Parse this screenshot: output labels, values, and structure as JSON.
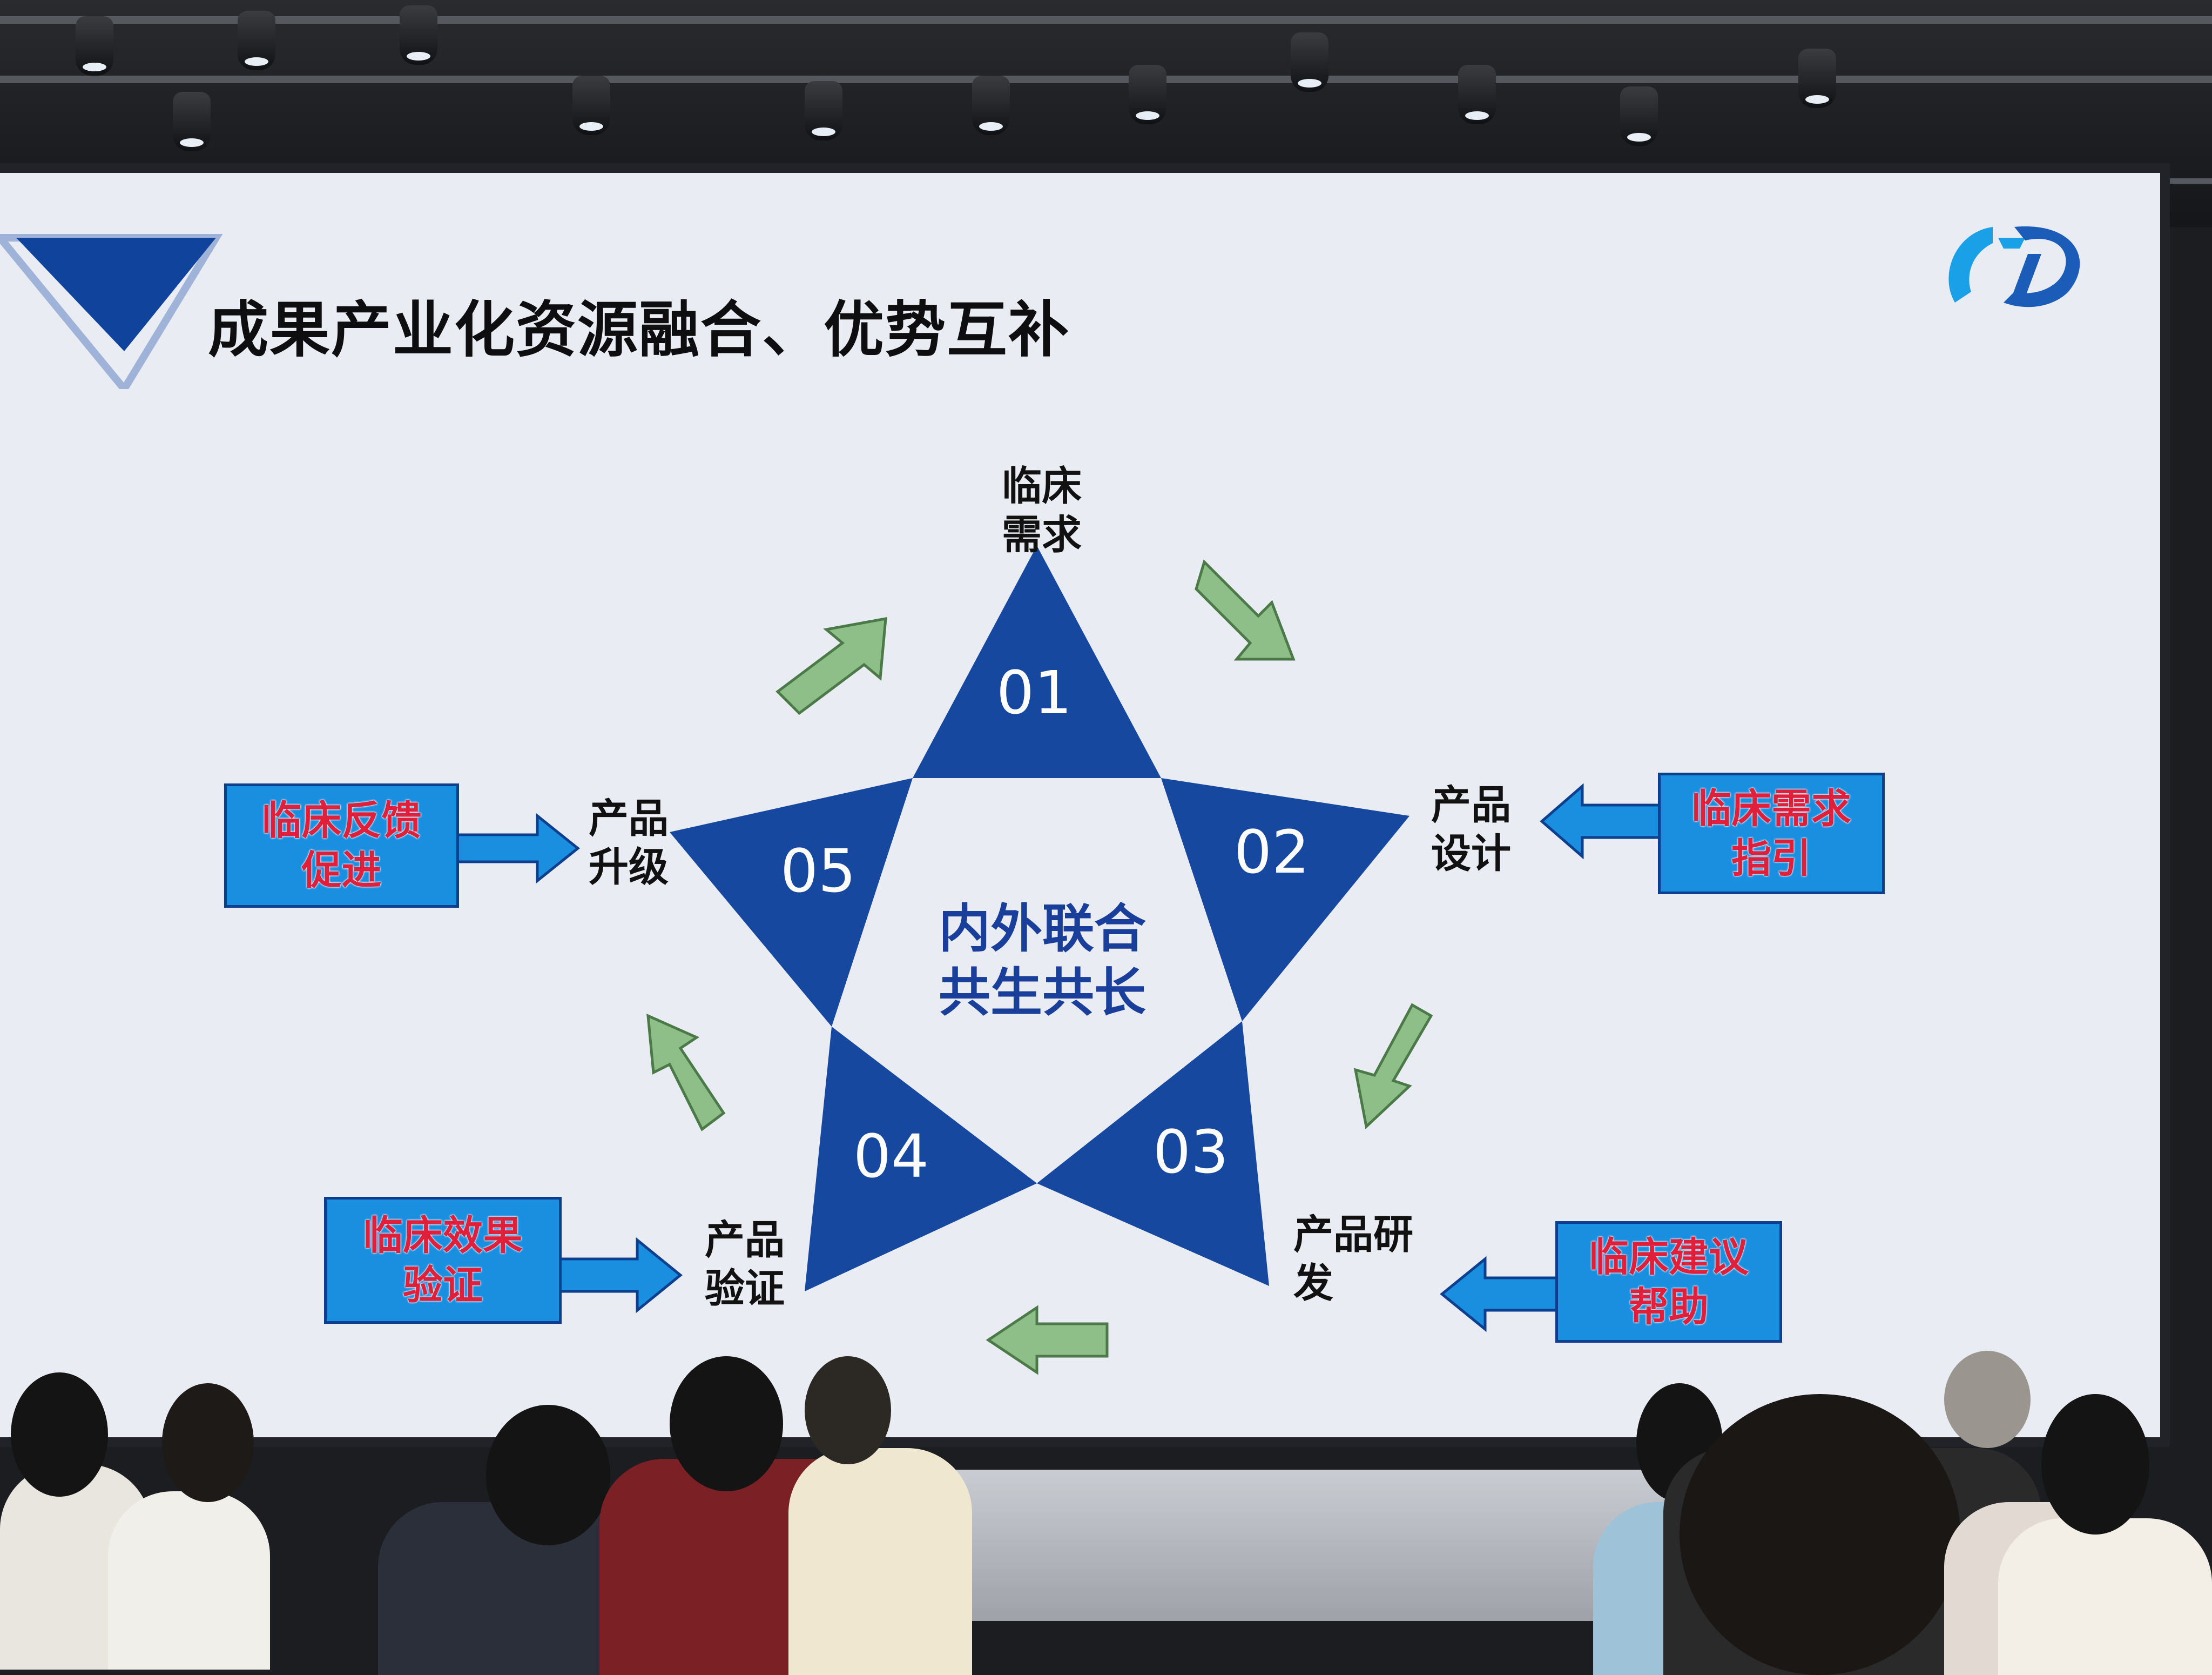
{
  "slide": {
    "title": "成果产业化资源融合、优势互补",
    "center_line1": "内外联合",
    "center_line2": "共生共长",
    "steps": [
      {
        "number": "01",
        "label_line1": "临床",
        "label_line2": "需求"
      },
      {
        "number": "02",
        "label_line1": "产品",
        "label_line2": "设计"
      },
      {
        "number": "03",
        "label_line1": "产品研",
        "label_line2": "发"
      },
      {
        "number": "04",
        "label_line1": "产品",
        "label_line2": "验证"
      },
      {
        "number": "05",
        "label_line1": "产品",
        "label_line2": "升级"
      }
    ],
    "callouts": [
      {
        "line1": "临床需求",
        "line2": "指引"
      },
      {
        "line1": "临床建议",
        "line2": "帮助"
      },
      {
        "line1": "临床效果",
        "line2": "验证"
      },
      {
        "line1": "临床反馈",
        "line2": "促进"
      }
    ],
    "colors": {
      "star_blue": "#16489f",
      "arrow_green": "#8fbf88",
      "callout_fill": "#1a8fe0",
      "callout_text": "#e0203a"
    }
  }
}
